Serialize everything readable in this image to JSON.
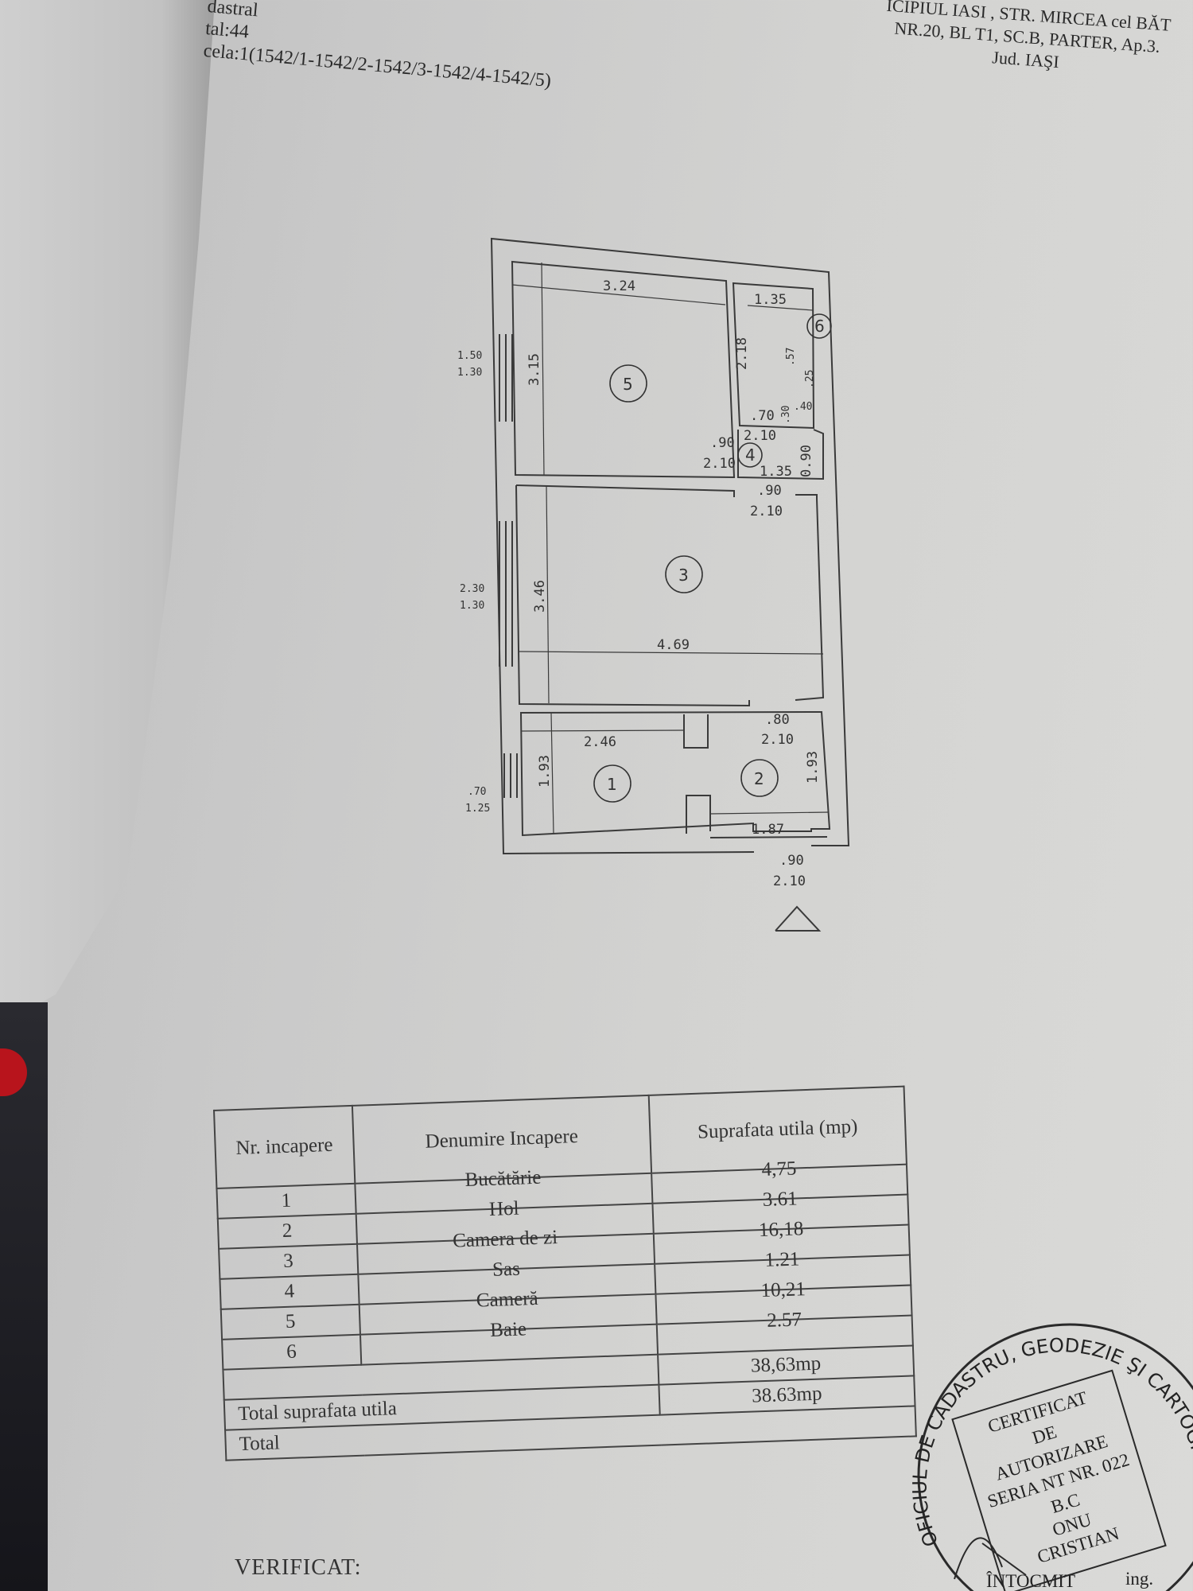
{
  "header_left": {
    "line1": "dastral",
    "line2": "tal:44",
    "line3": "cela:1(1542/1-1542/2-1542/3-1542/4-1542/5)"
  },
  "header_right": {
    "line1": "ICIPIUL IASI , STR. MIRCEA cel BĂT",
    "line2": "NR.20, BL T1, SC.B, PARTER, Ap.3.",
    "line3": "Jud. IAŞI"
  },
  "plan": {
    "rooms": [
      "1",
      "2",
      "3",
      "4",
      "5",
      "6"
    ],
    "dims": {
      "r5_width": "3.24",
      "r5_height": "3.15",
      "r6_width": "1.35",
      "r6_height": "2.18",
      "r6_57": ".57",
      "r6_25": ".25",
      "r6_40": ".40",
      "r6_30": ".30",
      "door6_w": ".70",
      "door6_h": "2.10",
      "door5_w": ".90",
      "door5_h": "2.10",
      "r4_width": "1.35",
      "r4_height": "0.90",
      "door3_w": ".90",
      "door3_h": "2.10",
      "win5_w": "1.50",
      "win5_h": "1.30",
      "win3_w": "2.30",
      "win3_h": "1.30",
      "r3_height": "3.46",
      "r3_width": "4.69",
      "door2_w": ".80",
      "door2_h": "2.10",
      "r1_width": "2.46",
      "r1_height": "1.93",
      "win1_w": ".70",
      "win1_h": "1.25",
      "r2_height": "1.93",
      "r2_width": "1.87",
      "entry_w": ".90",
      "entry_h": "2.10"
    }
  },
  "table": {
    "headers": [
      "Nr. incapere",
      "Denumire Incapere",
      "Suprafata utila (mp)"
    ],
    "rows": [
      {
        "nr": "1",
        "name": "Bucătărie",
        "area": "4,75"
      },
      {
        "nr": "2",
        "name": "Hol",
        "area": "3.61"
      },
      {
        "nr": "3",
        "name": "Camera de zi",
        "area": "16,18"
      },
      {
        "nr": "4",
        "name": "Sas",
        "area": "1.21"
      },
      {
        "nr": "5",
        "name": "Cameră",
        "area": "10,21"
      },
      {
        "nr": "6",
        "name": "Baie",
        "area": "2.57"
      }
    ],
    "subtotal": "38,63mp",
    "total_util_label": "Total  suprafata utila",
    "total_util_value": "38.63mp",
    "total_label": "Total"
  },
  "footer": {
    "verified": "VERIFICAT:"
  },
  "stamp": {
    "ring": "OFICIUL DE CADASTRU, GEODEZIE ŞI CARTOGRAFIE",
    "l1": "CERTIFICAT",
    "l2": "DE",
    "l3": "AUTORIZARE",
    "l4": "SERIA NT NR. 022",
    "l5": "B.C",
    "l6": "ONU",
    "l7": "CRISTIAN",
    "l8": "ÎNTOCMIT",
    "l9": "ing."
  }
}
